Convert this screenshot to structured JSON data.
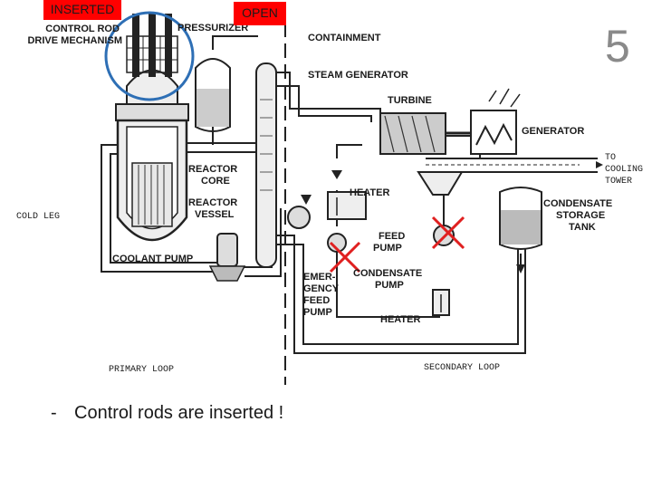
{
  "slide_number": "5",
  "tags": {
    "inserted": "INSERTED",
    "open": "OPEN"
  },
  "labels": {
    "control_rod_drive": [
      "CONTROL ROD",
      "DRIVE MECHANISM"
    ],
    "pressurizer": "PRESSURIZER",
    "containment": "CONTAINMENT",
    "steam_generator": "STEAM GENERATOR",
    "turbine": "TURBINE",
    "generator": "GENERATOR",
    "to_cooling_tower": [
      "TO",
      "COOLING",
      "TOWER"
    ],
    "reactor_core": [
      "REACTOR",
      "CORE"
    ],
    "reactor_vessel": [
      "REACTOR",
      "VESSEL"
    ],
    "heater_top": "HEATER",
    "condensate_storage_tank": [
      "CONDENSATE",
      "STORAGE",
      "TANK"
    ],
    "cold_leg": "COLD LEG",
    "feed_pump": [
      "FEED",
      "PUMP"
    ],
    "coolant_pump": "COOLANT PUMP",
    "emergency_feed_pump": [
      "EMER-",
      "GENCY",
      "FEED",
      "PUMP"
    ],
    "condensate_pump": [
      "CONDENSATE",
      "PUMP"
    ],
    "heater_bottom": "HEATER",
    "primary_loop": "PRIMARY LOOP",
    "secondary_loop": "SECONDARY LOOP"
  },
  "bullet": {
    "dash": "-",
    "text": "Control rods are inserted !"
  },
  "colors": {
    "tag_bg": "#ff0000",
    "highlight_circle": "#2e6fb5",
    "cross": "#e02020",
    "ink": "#1a1a1a",
    "slide_number": "#8a8a8a"
  },
  "marks": {
    "highlight": "circle around control rod drive mechanism",
    "crosses": [
      "emergency feed pump",
      "feed pump"
    ]
  }
}
